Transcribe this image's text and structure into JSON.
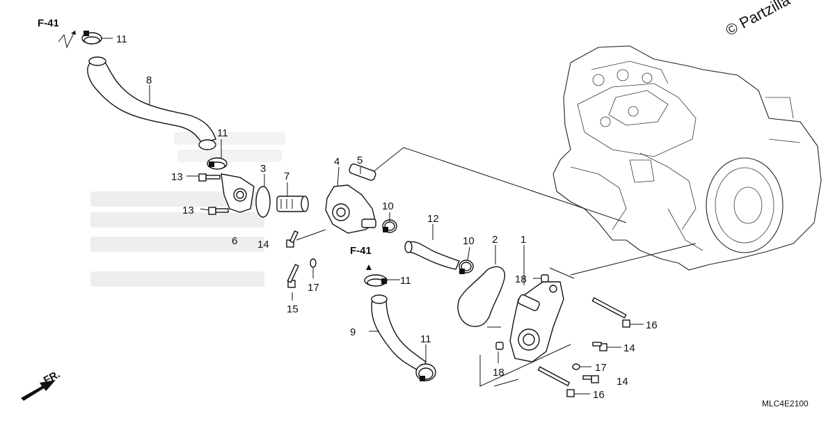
{
  "diagram": {
    "copyright": "© Partzilla",
    "diagram_code": "MLC4E2100",
    "front_label": "FR.",
    "ref_labels": [
      "F-41",
      "F-41"
    ],
    "callouts": {
      "c1": "1",
      "c2": "2",
      "c3": "3",
      "c4": "4",
      "c5": "5",
      "c6": "6",
      "c7": "7",
      "c8": "8",
      "c9": "9",
      "c10a": "10",
      "c10b": "10",
      "c11a": "11",
      "c11b": "11",
      "c11c": "11",
      "c11d": "11",
      "c12": "12",
      "c13a": "13",
      "c13b": "13",
      "c14a": "14",
      "c14b": "14",
      "c14c": "14",
      "c15": "15",
      "c16a": "16",
      "c16b": "16",
      "c17a": "17",
      "c17b": "17",
      "c18a": "18",
      "c18b": "18"
    }
  }
}
